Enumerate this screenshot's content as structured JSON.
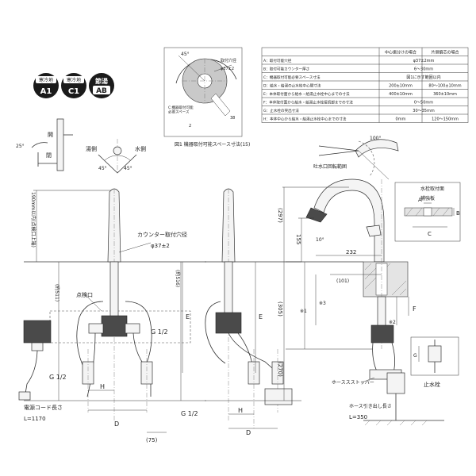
{
  "badges": [
    {
      "line1": "寒冷地",
      "line2": "A1"
    },
    {
      "line1": "寒冷地",
      "line2": "C1"
    },
    {
      "line1": "節湯",
      "line2": "AB"
    }
  ],
  "detail": {
    "angle": "45°",
    "hole_note": "取付穴径",
    "hole_dim": "φ37±2",
    "space_note": "C:機器取付可能\n必要スペース",
    "dim_38": "38",
    "dim_2": "2",
    "caption": "図1 機器取付可能スペース寸法(15)"
  },
  "table": {
    "col_headers": [
      "",
      "中心振分けの場合",
      "片側偏芯の場合"
    ],
    "rows": [
      {
        "label": "A：取付可能穴径",
        "v1": "φ37±2mm",
        "v2": ""
      },
      {
        "label": "B：取付可能カウンター厚さ",
        "v1": "6～30mm",
        "v2": ""
      },
      {
        "label": "C：機器取付可能必要スペース寸法",
        "v1": "図1に示す範囲以内",
        "v2": ""
      },
      {
        "label": "D：給水・給湯の止水栓中心間寸法",
        "v1": "200±10mm",
        "v2": "80～100±10mm"
      },
      {
        "label": "E：本体取付面から給水・給湯止水栓中心までの寸法",
        "v1": "400±10mm",
        "v2": "360±10mm"
      },
      {
        "label": "F：本体取付面から給水・給湯止水栓接続部までの寸法",
        "v1": "0～50mm",
        "v2": ""
      },
      {
        "label": "G：止水栓の突出寸法",
        "v1": "30～35mm",
        "v2": ""
      },
      {
        "label": "H：本体中心から給水・給湯止水栓中心までの寸法",
        "v1": "0mm",
        "v2": "120～150mm"
      }
    ]
  },
  "labels": {
    "hot": "湯側",
    "cold": "水側",
    "angle_left": "45°",
    "angle_right": "45°",
    "handle_angle": "25°",
    "open": "開",
    "close": "閉",
    "spout_range_caption": "吐水口回転範囲",
    "spout_angle": "100°",
    "height_190": "190mm以内(点検口上端)",
    "counter_hole": "カウンター取付穴径",
    "counter_hole_dim": "φ37±2",
    "about_511": "(約511)",
    "inspection": "点検口",
    "g12": "G 1/2",
    "h": "H",
    "d": "D",
    "e": "E",
    "f": "F",
    "g": "G",
    "a": "A",
    "b": "B",
    "c": "C",
    "dim_75": "(75)",
    "about_516": "(約516)",
    "cord_label": "電源コード長さ",
    "cord_length": "L=1170",
    "dim_297": "(297)",
    "dim_155": "155",
    "dim_232": "232",
    "dim_10": "10°",
    "dim_101": "(101)",
    "mark_1": "※1",
    "mark_2": "※2",
    "mark_3": "※3",
    "dim_305": "(305)",
    "dim_270": "(270)",
    "counter_section": "水栓取付面",
    "counter_thick": "補強板",
    "hose_stopper": "ホーススストッパー",
    "hose_pull": "ホース引き出し長さ",
    "hose_length": "L=350",
    "stop_valve": "止水栓"
  }
}
